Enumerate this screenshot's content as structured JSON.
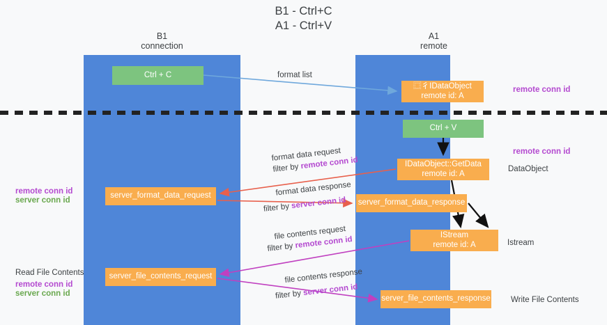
{
  "diagram": {
    "title_line1": "B1 - Ctrl+C",
    "title_line2": "A1 - Ctrl+V",
    "lanes": [
      {
        "id": "b1",
        "line1": "B1",
        "line2": "connection",
        "color": "#4f86d8"
      },
      {
        "id": "a1",
        "line1": "A1",
        "line2": "remote",
        "color": "#4f86d8"
      }
    ],
    "colors": {
      "lane": "#4f86d8",
      "green_node": "#7dc47f",
      "orange_node": "#f9ad4e",
      "background": "#f8f9fa",
      "purple_text": "#b44ad0",
      "green_text": "#6aa84f",
      "blue_arrow": "#6fa8dc",
      "red_arrow": "#e8604c",
      "magenta_arrow": "#c040c0",
      "black_arrow": "#000000",
      "divider": "#222222"
    },
    "nodes": [
      {
        "id": "ctrlc",
        "label": "Ctrl + C",
        "sublabel": "",
        "style": "green"
      },
      {
        "id": "idataobject",
        "label": "⿴⼻IDataObject",
        "sublabel": "remote id: A",
        "style": "orange"
      },
      {
        "id": "ctrlv",
        "label": "Ctrl + V",
        "sublabel": "",
        "style": "green"
      },
      {
        "id": "getdata",
        "label": "IDataObject::GetData",
        "sublabel": "remote id: A",
        "style": "orange"
      },
      {
        "id": "fmt_req",
        "label": "server_format_data_request",
        "sublabel": "",
        "style": "orange"
      },
      {
        "id": "fmt_resp",
        "label": "server_format_data_response",
        "sublabel": "",
        "style": "orange"
      },
      {
        "id": "istream",
        "label": "IStream",
        "sublabel": "remote id: A",
        "style": "orange"
      },
      {
        "id": "file_req",
        "label": "server_file_contents_request",
        "sublabel": "",
        "style": "orange"
      },
      {
        "id": "file_resp",
        "label": "server_file_contents_response",
        "sublabel": "",
        "style": "orange"
      }
    ],
    "edge_labels": {
      "format_list": "format list",
      "format_data_request": "format data request",
      "format_data_response": "format data response",
      "file_contents_request": "file contents request",
      "file_contents_response": "file contents response",
      "filter_by": "filter by",
      "remote_conn_id": "remote conn id",
      "server_conn_id": "server conn id"
    },
    "side_labels": {
      "remote_conn_id": "remote conn id",
      "server_conn_id": "server conn id",
      "dataobject": "DataObject",
      "istream": "Istream",
      "read_file_contents": "Read File Contents",
      "write_file_contents": "Write File Contents"
    }
  }
}
